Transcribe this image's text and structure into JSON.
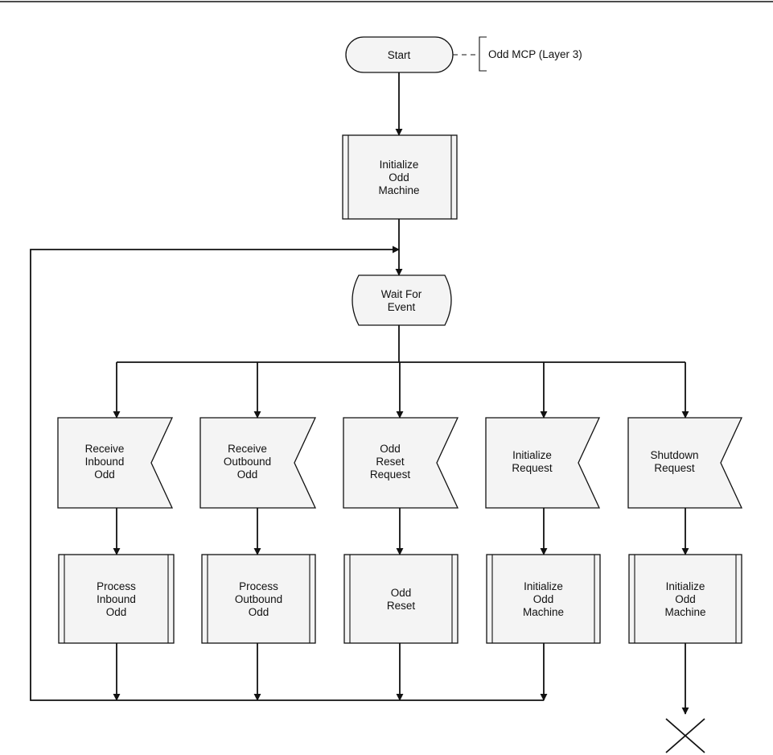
{
  "annotation": {
    "text": "Odd MCP (Layer 3)"
  },
  "nodes": {
    "start": {
      "lines": [
        "Start"
      ]
    },
    "init_main": {
      "lines": [
        "Initialize",
        "Odd",
        "Machine"
      ]
    },
    "wait": {
      "lines": [
        "Wait For",
        "Event"
      ]
    },
    "events": [
      {
        "lines": [
          "Receive",
          "Inbound",
          "Odd"
        ]
      },
      {
        "lines": [
          "Receive",
          "Outbound",
          "Odd"
        ]
      },
      {
        "lines": [
          "Odd",
          "Reset",
          "Request"
        ]
      },
      {
        "lines": [
          "Initialize",
          "Request"
        ]
      },
      {
        "lines": [
          "Shutdown",
          "Request"
        ]
      }
    ],
    "processes": [
      {
        "lines": [
          "Process",
          "Inbound",
          "Odd"
        ]
      },
      {
        "lines": [
          "Process",
          "Outbound",
          "Odd"
        ]
      },
      {
        "lines": [
          "Odd",
          "Reset"
        ]
      },
      {
        "lines": [
          "Initialize",
          "Odd",
          "Machine"
        ]
      },
      {
        "lines": [
          "Initialize",
          "Odd",
          "Machine"
        ]
      }
    ]
  }
}
